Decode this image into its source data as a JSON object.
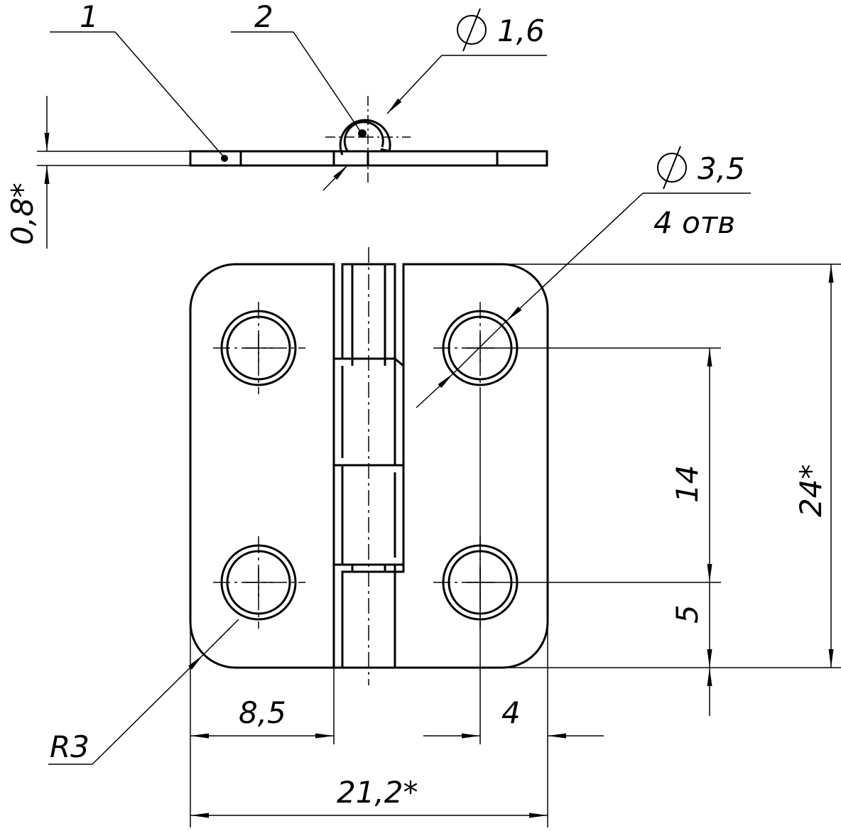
{
  "drawing": {
    "callouts": {
      "part_1": "1",
      "part_2": "2",
      "pin_diameter": "1,6",
      "hole_diameter": "3,5",
      "hole_count": "4 отв",
      "radius": "R3"
    },
    "dimensions": {
      "thickness": "0,8*",
      "hole_spacing": "14",
      "hole_offset_bottom": "5",
      "total_height": "24*",
      "leaf_width": "8,5",
      "hole_offset_edge": "4",
      "total_width": "21,2*"
    },
    "symbols": {
      "diameter": "diameter-symbol"
    },
    "colors": {
      "line": "#000000",
      "background": "#ffffff"
    }
  }
}
